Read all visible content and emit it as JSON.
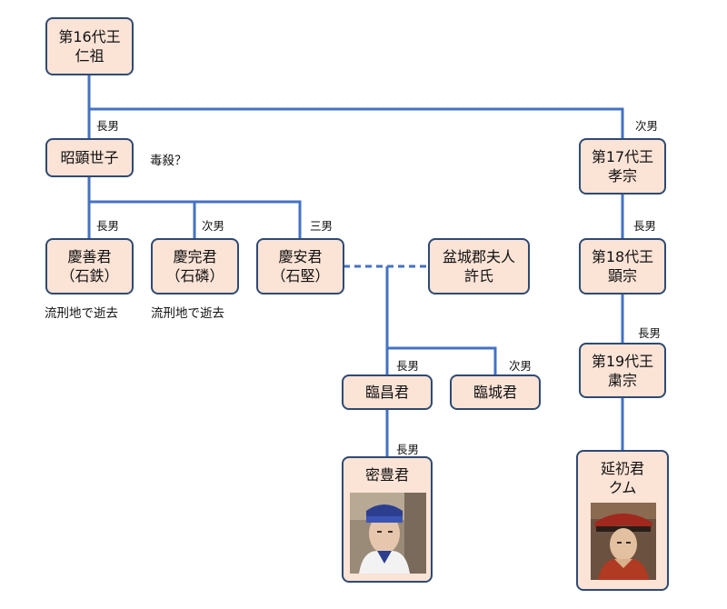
{
  "colors": {
    "box_fill": "#fbe3d6",
    "box_border": "#2f4a72",
    "line": "#4472c4"
  },
  "nodes": {
    "injo": {
      "line1": "第16代王",
      "line2": "仁祖"
    },
    "sohyeon": {
      "line1": "昭顕世子"
    },
    "gyeongseon": {
      "line1": "慶善君",
      "line2": "（石鉄）"
    },
    "gyeongwan": {
      "line1": "慶完君",
      "line2": "（石磷）"
    },
    "gyeongan": {
      "line1": "慶安君",
      "line2": "（石堅）"
    },
    "heo": {
      "line1": "盆城郡夫人",
      "line2": "許氏"
    },
    "imchang": {
      "line1": "臨昌君"
    },
    "imseong": {
      "line1": "臨城君"
    },
    "milpung": {
      "line1": "密豊君"
    },
    "hyojong": {
      "line1": "第17代王",
      "line2": "孝宗"
    },
    "hyeonjong": {
      "line1": "第18代王",
      "line2": "顕宗"
    },
    "sukjong": {
      "line1": "第19代王",
      "line2": "粛宗"
    },
    "yeoning": {
      "line1": "延礽君",
      "line2": "クム"
    }
  },
  "labels": {
    "sohyeon": "長男",
    "hyojong": "次男",
    "gyeongseon": "長男",
    "gyeongwan": "次男",
    "gyeongan": "三男",
    "imchang": "長男",
    "imseong": "次男",
    "milpung": "長男",
    "hyeonjong": "長男",
    "sukjong": "長男"
  },
  "notes": {
    "poison": "毒殺？",
    "exile1": "流刑地で逝去",
    "exile2": "流刑地で逝去"
  }
}
